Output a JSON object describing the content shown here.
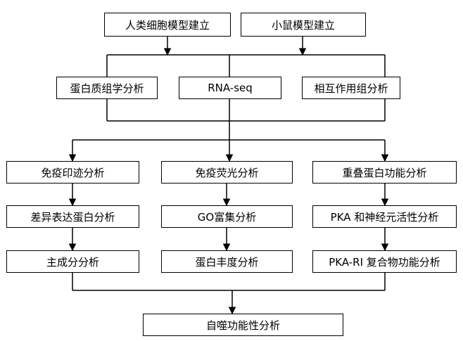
{
  "diagram": {
    "nodes": {
      "human_model": "人类细胞模型建立",
      "mouse_model": "小鼠模型建立",
      "proteomics": "蛋白质组学分析",
      "rna_seq": "RNA-seq",
      "interactome": "相互作用组分析",
      "western_blot": "免疫印迹分析",
      "immunofluorescence": "免疫荧光分析",
      "overlap_protein_function": "重叠蛋白功能分析",
      "differential_protein": "差异表达蛋白分析",
      "go_enrichment": "GO富集分析",
      "pka_neuron": "PKA 和神经元活性分析",
      "pca": "主成分分析",
      "protein_abundance": "蛋白丰度分析",
      "pka_ri_complex": "PKA-RI 复合物功能分析",
      "autophagy": "自噬功能性分析"
    },
    "line_color": "#000000",
    "box_border_color": "#000000"
  }
}
